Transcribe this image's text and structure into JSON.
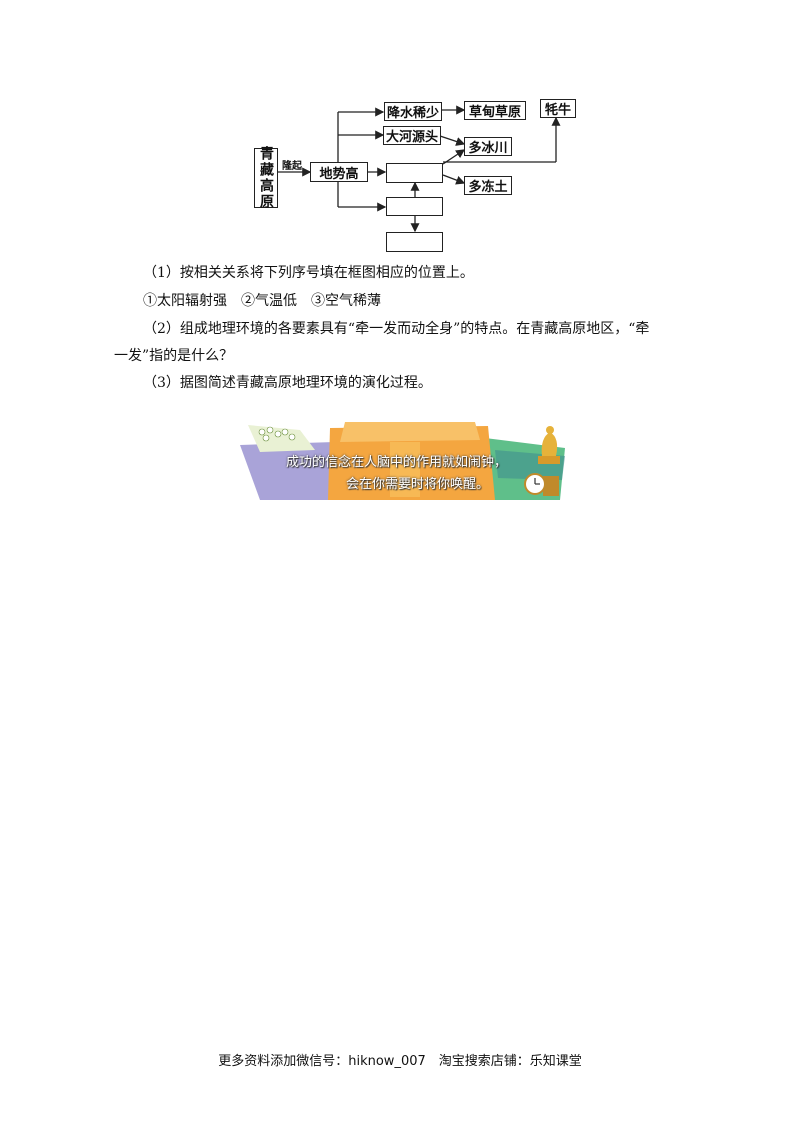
{
  "diagram": {
    "plateau": "青藏高原",
    "uplift_label": "隆起",
    "high_terrain": "地势高",
    "less_rain": "降水稀少",
    "grassland": "草甸草原",
    "river_source": "大河源头",
    "glaciers": "多冰川",
    "frozen_soil": "多冻土",
    "yak": "牦牛",
    "blank_box_1": "",
    "blank_box_2": "",
    "blank_box_3": ""
  },
  "questions": {
    "q1": "（1）按相关关系将下列序号填在框图相应的位置上。",
    "options": "①太阳辐射强　②气温低　③空气稀薄",
    "q2_line1": "（2）组成地理环境的各要素具有“牵一发而动全身”的特点。在青藏高原地区，“牵",
    "q2_line2": "一发”指的是什么？",
    "q3": "（3）据图简述青藏高原地理环境的演化过程。"
  },
  "banner": {
    "line1": "成功的信念在人脑中的作用就如闹钟，",
    "line2": "会在你需要时将你唤醒。"
  },
  "footer": {
    "text": "更多资料添加微信号：hiknow_007　淘宝搜索店铺：乐知课堂"
  }
}
